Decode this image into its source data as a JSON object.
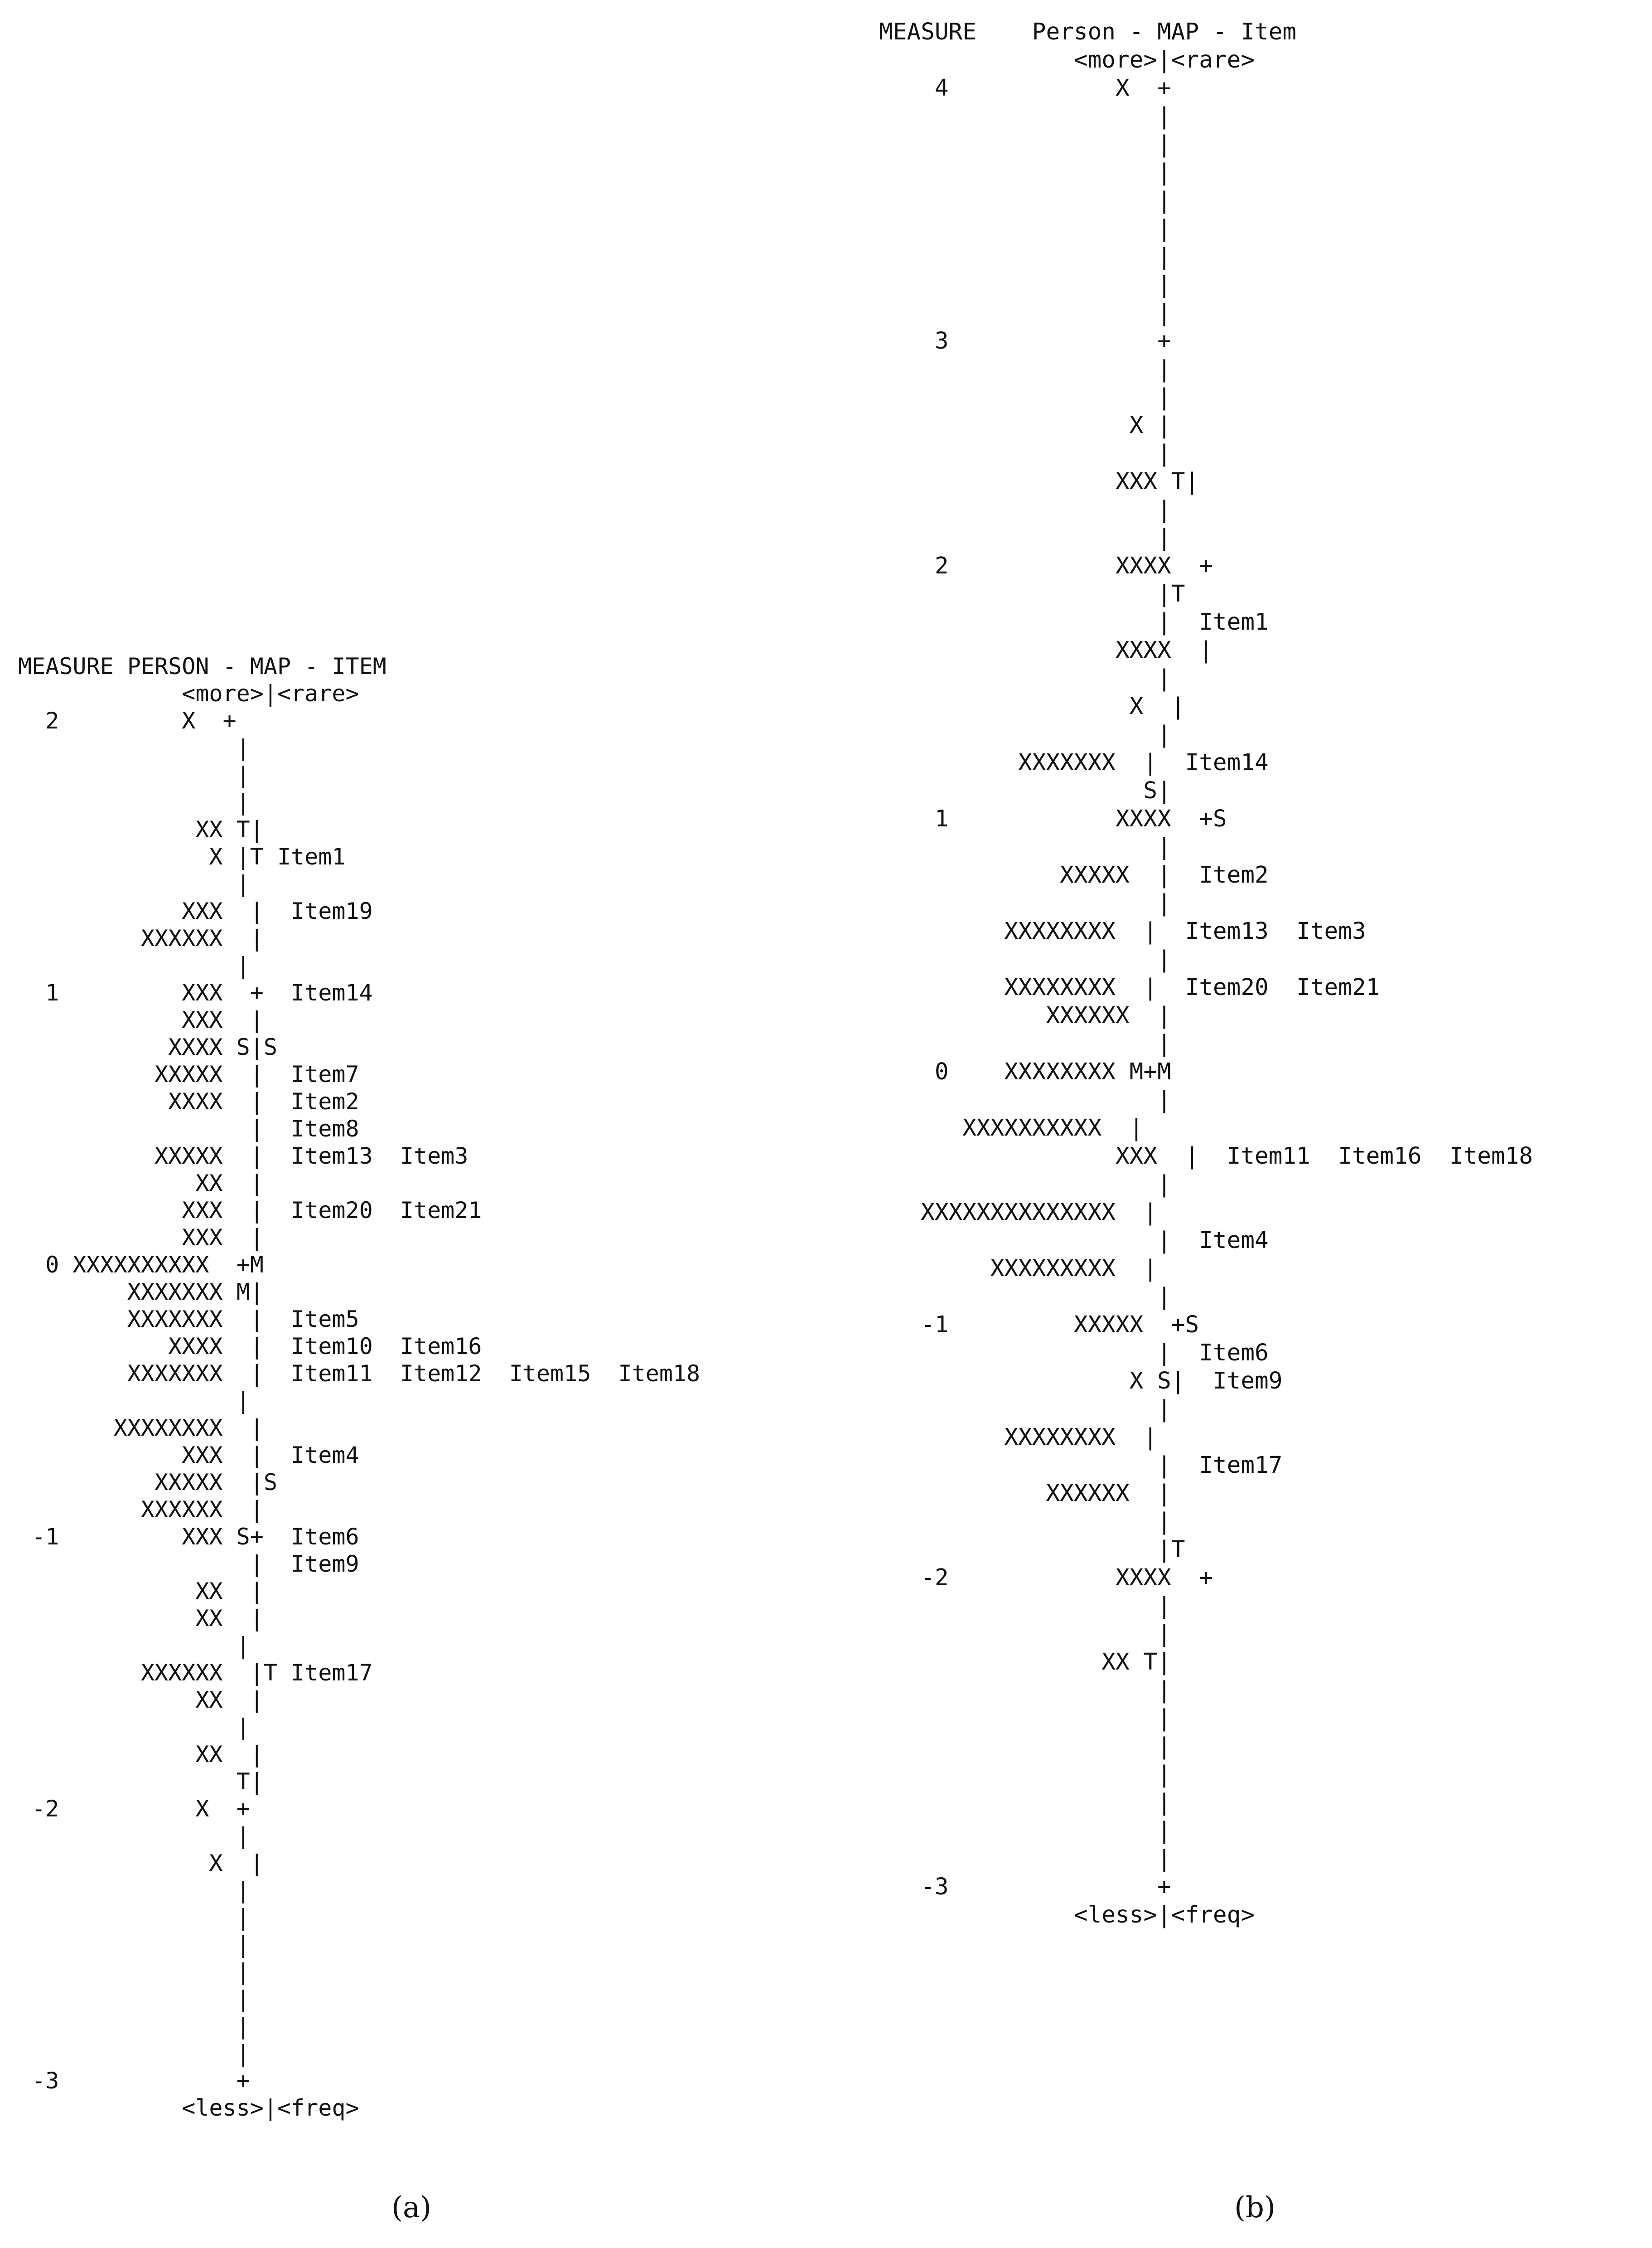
{
  "panel_a": {
    "caption": "(a)",
    "lines": [
      "MEASURE PERSON - MAP - ITEM",
      "            <more>|<rare>",
      "  2         X  +",
      "                |",
      "                |",
      "                |",
      "             XX T|",
      "              X |T Item1",
      "                |",
      "            XXX  |  Item19",
      "         XXXXXX  |",
      "                |",
      "  1         XXX  +  Item14",
      "            XXX  |",
      "           XXXX S|S",
      "          XXXXX  |  Item7",
      "           XXXX  |  Item2",
      "                 |  Item8",
      "          XXXXX  |  Item13  Item3",
      "             XX  |",
      "            XXX  |  Item20  Item21",
      "            XXX  |",
      "  0 XXXXXXXXXX  +M",
      "        XXXXXXX M|",
      "        XXXXXXX  |  Item5",
      "           XXXX  |  Item10  Item16",
      "        XXXXXXX  |  Item11  Item12  Item15  Item18",
      "                |",
      "       XXXXXXXX  |",
      "            XXX  |  Item4",
      "          XXXXX  |S",
      "         XXXXXX  |",
      " -1         XXX S+  Item6",
      "                 |  Item9",
      "             XX  |",
      "             XX  |",
      "                |",
      "         XXXXXX  |T Item17",
      "             XX  |",
      "                |",
      "             XX  |",
      "                T|",
      " -2          X  +",
      "                |",
      "              X  |",
      "                |",
      "                |",
      "                |",
      "                |",
      "                |",
      "                |",
      "                |",
      " -3             +",
      "            <less>|<freq>"
    ]
  },
  "panel_b": {
    "caption": "(b)",
    "lines": [
      "MEASURE    Person - MAP - Item",
      "              <more>|<rare>",
      "    4            X  +",
      "                    |",
      "                    |",
      "                    |",
      "                    |",
      "                    |",
      "                    |",
      "                    |",
      "                    |",
      "    3               +",
      "                    |",
      "                    |",
      "                  X |",
      "                    |",
      "                 XXX T|",
      "                    |",
      "                    |",
      "    2            XXXX  +",
      "                    |T",
      "                    |  Item1",
      "                 XXXX  |",
      "                    |",
      "                  X  |",
      "                    |",
      "          XXXXXXX  |  Item14",
      "                   S|",
      "    1            XXXX  +S",
      "                    |",
      "             XXXXX  |  Item2",
      "                    |",
      "         XXXXXXXX  |  Item13  Item3",
      "                    |",
      "         XXXXXXXX  |  Item20  Item21",
      "            XXXXXX  |",
      "                    |",
      "    0    XXXXXXXX M+M",
      "                    |",
      "      XXXXXXXXXX  |",
      "                 XXX  |  Item11  Item16  Item18",
      "                    |",
      "   XXXXXXXXXXXXXX  |",
      "                    |  Item4",
      "        XXXXXXXXX  |",
      "                    |",
      "   -1         XXXXX  +S",
      "                    |  Item6",
      "                  X S|  Item9",
      "                    |",
      "         XXXXXXXX  |",
      "                    |  Item17",
      "            XXXXXX  |",
      "                    |",
      "                    |T",
      "   -2            XXXX  +",
      "                    |",
      "                    |",
      "                XX T|",
      "                    |",
      "                    |",
      "                    |",
      "                    |",
      "                    |",
      "                    |",
      "                    |",
      "   -3               +",
      "              <less>|<freq>"
    ]
  }
}
